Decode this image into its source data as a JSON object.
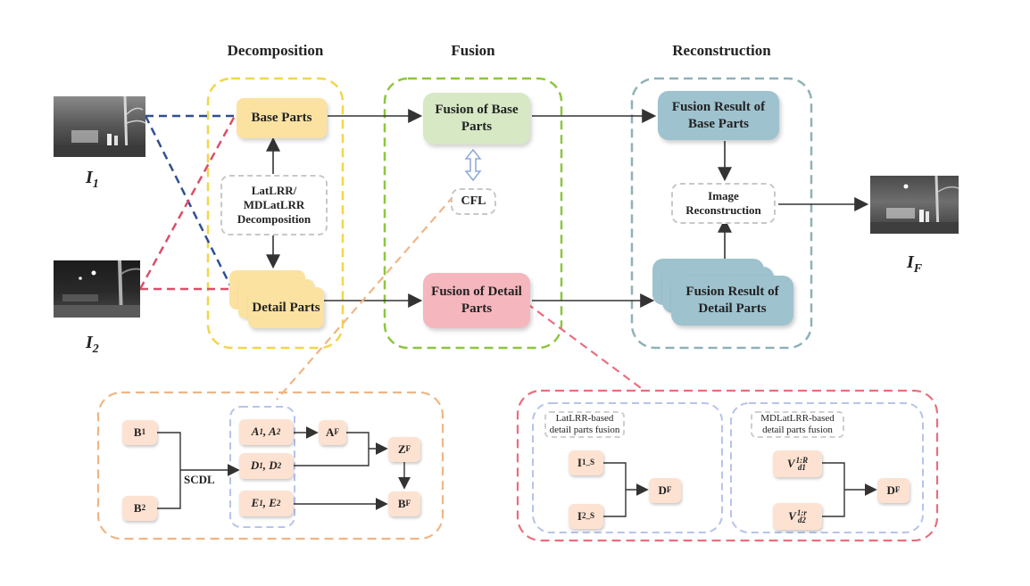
{
  "titles": {
    "decomposition": "Decomposition",
    "fusion": "Fusion",
    "reconstruction": "Reconstruction"
  },
  "inputs": {
    "i1_label": "I",
    "i1_sub": "1",
    "i2_label": "I",
    "i2_sub": "2",
    "output_label": "I",
    "output_sub": "F"
  },
  "decomposition": {
    "base_parts": "Base Parts",
    "method": "LatLRR/ MDLatLRR Decomposition",
    "detail_parts": "Detail Parts"
  },
  "fusion": {
    "fusion_base": "Fusion of Base Parts",
    "cfl": "CFL",
    "fusion_detail": "Fusion of Detail Parts"
  },
  "reconstruction": {
    "result_base": "Fusion Result of Base Parts",
    "image_reconstruction": "Image Reconstruction",
    "result_detail": "Fusion Result of Detail Parts"
  },
  "cfl_detail": {
    "b1": "B",
    "b1_sub": "1",
    "b2": "B",
    "b2_sub": "2",
    "scdl": "SCDL",
    "a_pair": "A",
    "a_sub1": "1",
    "a_sep": ", A",
    "a_sub2": "2",
    "d_pair": "D",
    "d_sub1": "1",
    "d_sep": ", D",
    "d_sub2": "2",
    "e_pair": "E",
    "e_sub1": "1",
    "e_sep": ", E",
    "e_sub2": "2",
    "af": "A",
    "af_sub": "F",
    "zf": "Z",
    "zf_sub": "F",
    "bf": "B",
    "bf_sub": "F"
  },
  "detail_fusion": {
    "latlrr_title": "LatLRR-based detail parts fusion",
    "i1s": "I",
    "i1s_sub": "1_S",
    "i2s": "I",
    "i2s_sub": "2_S",
    "df1": "D",
    "df1_sub": "F",
    "mdlatlrr_title": "MDLatLRR-based detail parts fusion",
    "v1": "V",
    "v1_sup": "1:R",
    "v1_sub": "d1",
    "v2": "V",
    "v2_sup": "1:r",
    "v2_sub": "d2",
    "df2": "D",
    "df2_sub": "F"
  },
  "colors": {
    "decomposition_border": "#f2d64b",
    "fusion_border": "#8cc63f",
    "reconstruction_border": "#8fb1b8",
    "cfl_border": "#f0b584",
    "detail_border": "#e7707d",
    "inner_blue": "#b7c4ea",
    "line_blue": "#2f4f8f",
    "line_red": "#d9506a"
  }
}
